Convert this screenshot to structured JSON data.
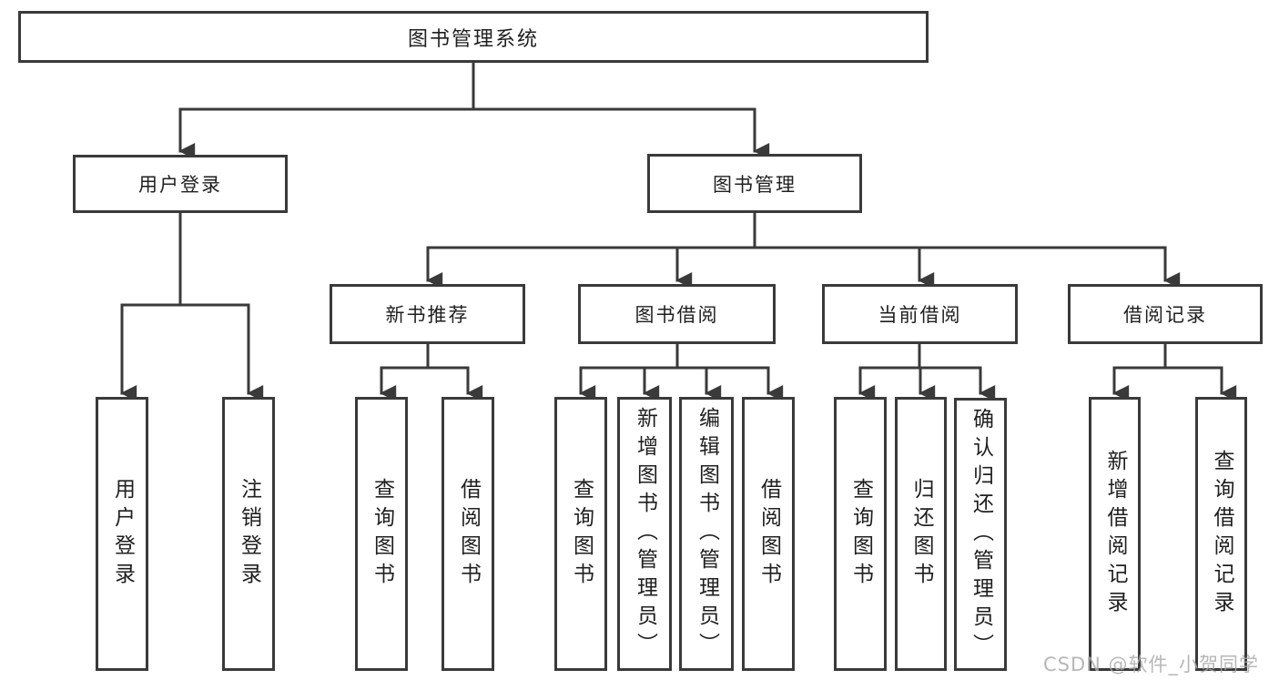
{
  "tree": {
    "root": {
      "label": "图书管理系统",
      "children": [
        {
          "label": "用户登录",
          "children": [
            {
              "label": "用户登录"
            },
            {
              "label": "注销登录"
            }
          ]
        },
        {
          "label": "图书管理",
          "children": [
            {
              "label": "新书推荐",
              "children": [
                {
                  "label": "查询图书"
                },
                {
                  "label": "借阅图书"
                }
              ]
            },
            {
              "label": "图书借阅",
              "children": [
                {
                  "label": "查询图书"
                },
                {
                  "label": "新增图书（管理员）"
                },
                {
                  "label": "编辑图书（管理员）"
                },
                {
                  "label": "借阅图书"
                }
              ]
            },
            {
              "label": "当前借阅",
              "children": [
                {
                  "label": "查询图书"
                },
                {
                  "label": "归还图书"
                },
                {
                  "label": "确认归还（管理员）"
                }
              ]
            },
            {
              "label": "借阅记录",
              "children": [
                {
                  "label": "新增借阅记录"
                },
                {
                  "label": "查询借阅记录"
                }
              ]
            }
          ]
        }
      ]
    }
  },
  "watermark": {
    "text": "CSDN @软件_小贺同学"
  },
  "colors": {
    "line": "#3a3a3a",
    "border": "#3a3a3a",
    "text": "#1f1f1f",
    "watermark": "#aaaaaa",
    "background": "#ffffff"
  }
}
